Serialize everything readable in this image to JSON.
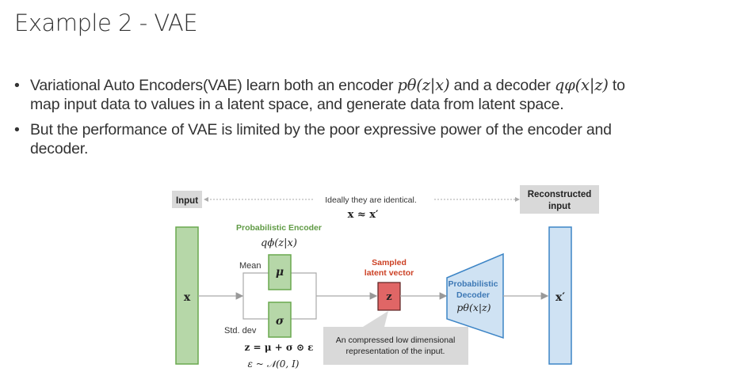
{
  "slide": {
    "title": "Example 2 - VAE",
    "bullets": [
      {
        "line1_a": "Variational Auto Encoders(VAE) learn both an encoder ",
        "encoder_math": "pθ(z|x)",
        "line1_b": " and a decoder ",
        "decoder_math": "qφ(x|z)",
        "line1_c": " to",
        "line2": "map input data to values in a latent space, and generate data from latent space."
      },
      {
        "line1": "But the performance of VAE is limited by the poor expressive power of the encoder and",
        "line2": "decoder."
      }
    ],
    "bullet_glyph": "•"
  },
  "diagram": {
    "input_label": "Input",
    "reconstructed_label_1": "Reconstructed",
    "reconstructed_label_2": "input",
    "ideal_text": "Ideally they are identical.",
    "ideal_math": "x ≈ x′",
    "encoder_title": "Probabilistic Encoder",
    "encoder_math": "qϕ(z|x)",
    "mean_label": "Mean",
    "std_label": "Std. dev",
    "mu_symbol": "μ",
    "sigma_symbol": "σ",
    "x_symbol": "x",
    "x_prime_symbol": "x′",
    "z_symbol": "z",
    "sampled_label_1": "Sampled",
    "sampled_label_2": "latent vector",
    "decoder_label_1": "Probabilistic",
    "decoder_label_2": "Decoder",
    "decoder_math": "pθ(x|z)",
    "reparam_eq": "z = μ + σ ⊙ ε",
    "noise_eq": "ε ~ 𝒩(0, I)",
    "callout_1": "An compressed low dimensional",
    "callout_2": "representation of the input.",
    "colors": {
      "encoder_green_fill": "#b6d7a8",
      "encoder_green_stroke": "#6aa84f",
      "encoder_title_green": "#5f9a44",
      "z_red_fill": "#e06666",
      "z_red_stroke": "#5a2020",
      "sampled_red": "#cc4125",
      "decoder_blue_fill": "#cfe2f3",
      "decoder_blue_stroke": "#3d85c6",
      "decoder_blue_text": "#3d78b5",
      "gray_box": "#d9d9d9",
      "arrow_gray": "#999999"
    }
  }
}
